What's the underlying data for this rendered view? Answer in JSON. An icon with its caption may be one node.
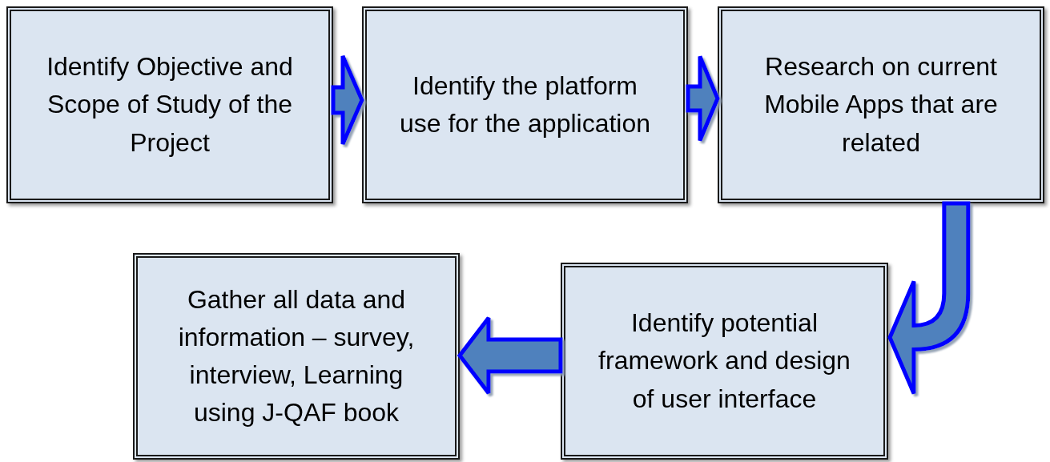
{
  "diagram": {
    "nodes": [
      {
        "text": [
          "Identify Objective and Scope of Study of the Project"
        ]
      },
      {
        "text": [
          "Identify the platform use for the application"
        ]
      },
      {
        "text": [
          "Research on current Mobile Apps that are related"
        ]
      },
      {
        "text": [
          "Identify potential framework and design of user interface"
        ]
      },
      {
        "text": [
          "Gather all data and information – survey, interview, Learning using J-QAF book"
        ]
      }
    ],
    "edges": [
      {
        "from": 0,
        "to": 1,
        "arrow": "to"
      },
      {
        "from": 1,
        "to": 2,
        "arrow": "to"
      },
      {
        "from": 2,
        "to": 3,
        "arrow": "to"
      },
      {
        "from": 3,
        "to": 4,
        "arrow": "to"
      }
    ]
  }
}
